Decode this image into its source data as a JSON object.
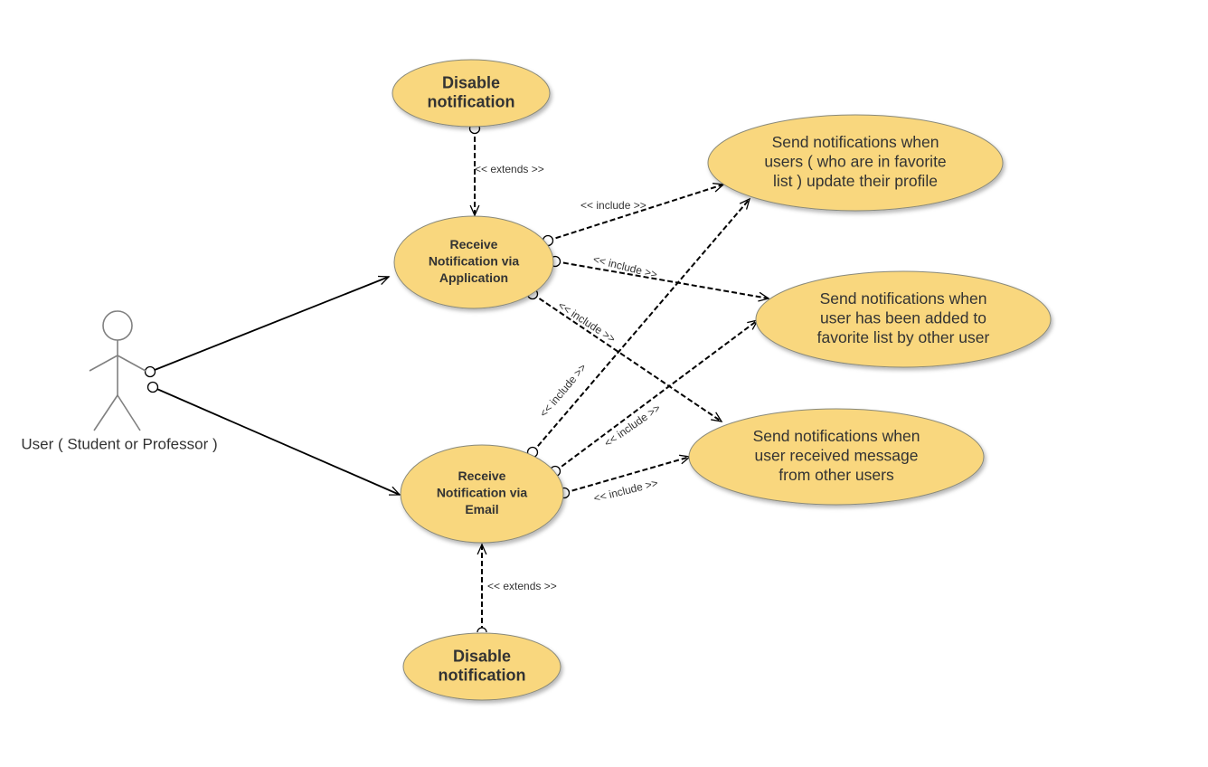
{
  "diagram": {
    "type": "use-case",
    "colors": {
      "usecase_fill": "#f9d77e",
      "usecase_stroke": "#8a8a7a",
      "line": "#000000",
      "actor": "#808080",
      "text": "#333333"
    },
    "actor": {
      "id": "user",
      "label": "User ( Student or Professor )"
    },
    "use_cases": [
      {
        "id": "disable_app",
        "lines": [
          "Disable",
          "notification"
        ],
        "bold": true
      },
      {
        "id": "recv_app",
        "lines": [
          "Receive",
          "Notification via",
          "Application"
        ],
        "bold": true
      },
      {
        "id": "recv_email",
        "lines": [
          "Receive",
          "Notification via",
          "Email"
        ],
        "bold": true
      },
      {
        "id": "disable_email",
        "lines": [
          "Disable",
          "notification"
        ],
        "bold": true
      },
      {
        "id": "send_profile",
        "lines": [
          "Send notifications when",
          "users ( who are in favorite",
          "list ) update their profile"
        ],
        "bold": false
      },
      {
        "id": "send_added",
        "lines": [
          "Send notifications when",
          "user has been added to",
          "favorite list by other user"
        ],
        "bold": false
      },
      {
        "id": "send_message",
        "lines": [
          "Send notifications when",
          "user received message",
          "from other users"
        ],
        "bold": false
      }
    ],
    "relationships": [
      {
        "from": "user",
        "to": "recv_app",
        "kind": "association",
        "label": ""
      },
      {
        "from": "user",
        "to": "recv_email",
        "kind": "association",
        "label": ""
      },
      {
        "from": "disable_app",
        "to": "recv_app",
        "kind": "extend",
        "label": "<< extends >>"
      },
      {
        "from": "disable_email",
        "to": "recv_email",
        "kind": "extend",
        "label": "<< extends >>"
      },
      {
        "from": "recv_app",
        "to": "send_profile",
        "kind": "include",
        "label": "<< include >>"
      },
      {
        "from": "recv_app",
        "to": "send_added",
        "kind": "include",
        "label": "<< include >>"
      },
      {
        "from": "recv_app",
        "to": "send_message",
        "kind": "include",
        "label": "<< include >>"
      },
      {
        "from": "recv_email",
        "to": "send_profile",
        "kind": "include",
        "label": "<< include >>"
      },
      {
        "from": "recv_email",
        "to": "send_added",
        "kind": "include",
        "label": "<< include >>"
      },
      {
        "from": "recv_email",
        "to": "send_message",
        "kind": "include",
        "label": "<< include >>"
      }
    ]
  }
}
